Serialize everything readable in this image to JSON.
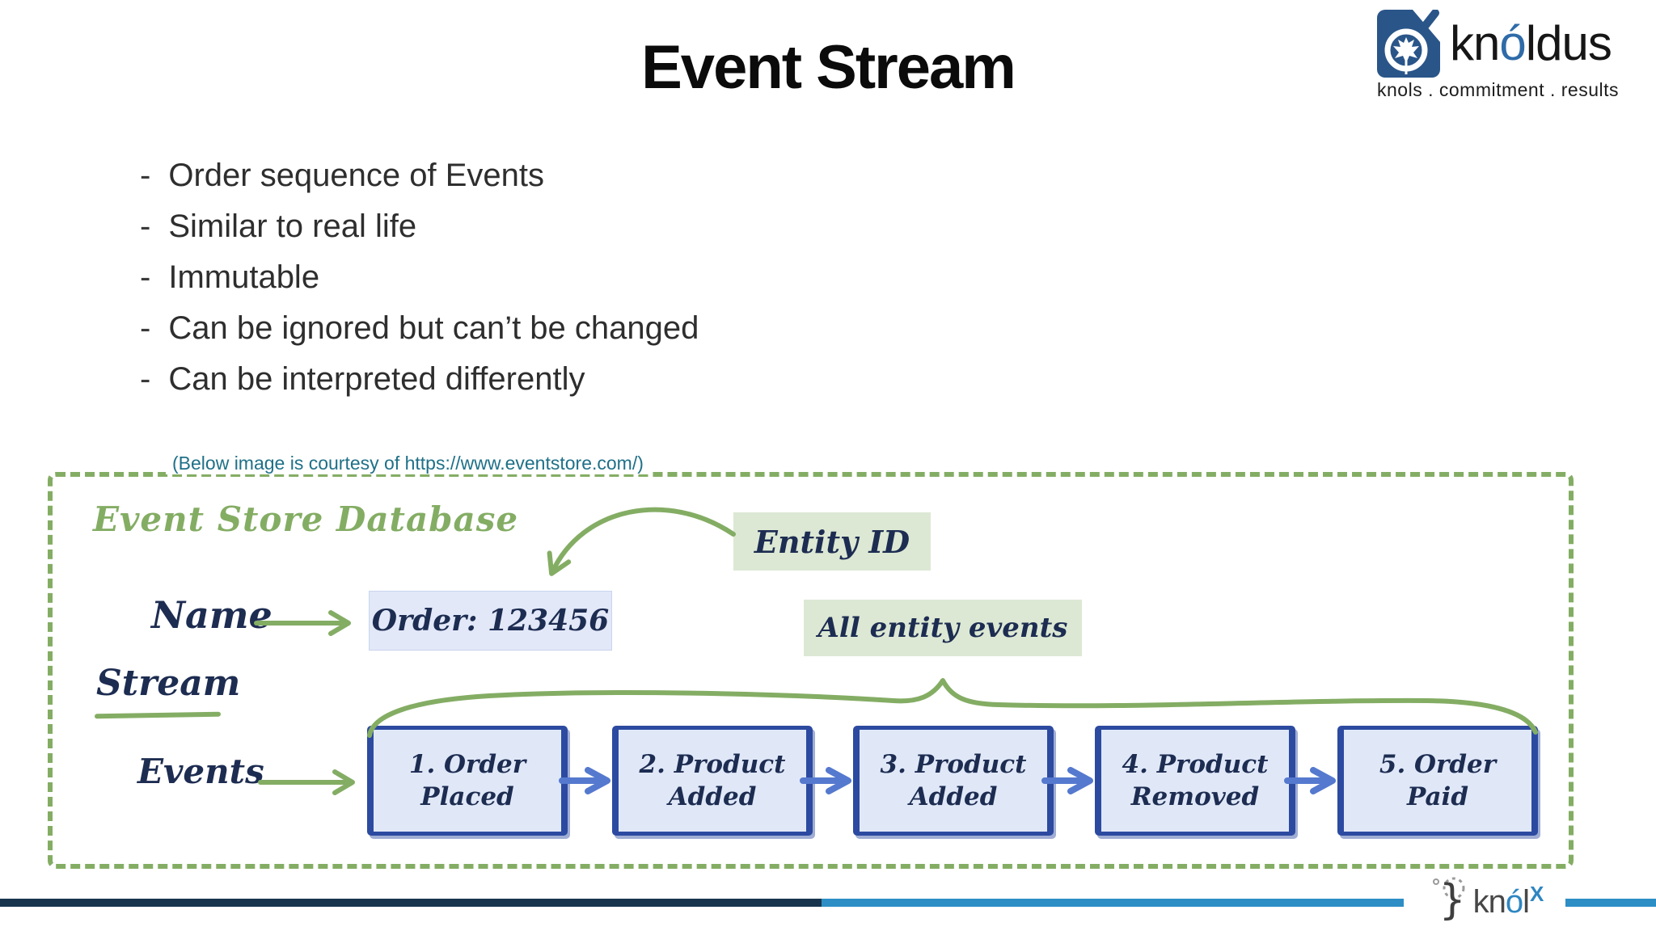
{
  "slide": {
    "title": "Event Stream",
    "bullet_marker": "-",
    "bullets": [
      "Order sequence of Events",
      "Similar to real life",
      "Immutable",
      "Can be ignored but can’t be changed",
      "Can be interpreted differently"
    ],
    "courtesy_note": "(Below image is courtesy of https://www.eventstore.com/)"
  },
  "logo": {
    "name_prefix": "kn",
    "name_accent": "ó",
    "name_suffix": "ldus",
    "tagline": "knols . commitment . results"
  },
  "diagram": {
    "title": "Event Store Database",
    "entity_id_label": "Entity ID",
    "name_label": "Name",
    "name_value": "Order: 123456",
    "all_entity_events_label": "All entity events",
    "stream_label": "Stream",
    "events_label": "Events",
    "event_boxes": [
      {
        "line1": "1. Order",
        "line2": "Placed"
      },
      {
        "line1": "2. Product",
        "line2": "Added"
      },
      {
        "line1": "3. Product",
        "line2": "Added"
      },
      {
        "line1": "4. Product",
        "line2": "Removed"
      },
      {
        "line1": "5. Order",
        "line2": "Paid"
      }
    ]
  },
  "footer": {
    "brand_brace": "}",
    "brand_prefix": "kn",
    "brand_accent": "ó",
    "brand_suffix": "l",
    "brand_sup": "X"
  },
  "colors": {
    "green-ink": "#84ad64",
    "navy-ink": "#1d2c51",
    "teal": "#1f7088",
    "event-border": "#2c4aa0",
    "event-bg": "#e0e8f8",
    "green-box-bg": "#dce8d4",
    "order-box-bg": "#e2e8f8",
    "blue-arrow": "#5579ce",
    "footer-navy": "#18344d",
    "footer-blue": "#2d8ec5",
    "logo-blue": "#2a5589",
    "logo-accent": "#2e6ba8",
    "knolx-blue": "#2e86c1"
  }
}
